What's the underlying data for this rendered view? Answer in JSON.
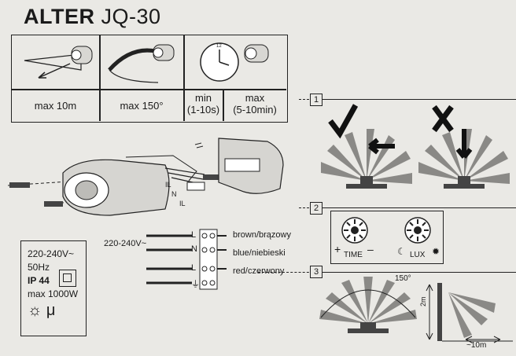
{
  "header": {
    "brand": "ALTER",
    "model": "JQ-30"
  },
  "spec_table": {
    "range": "max 10m",
    "angle": "max 150°",
    "time_min": "min\n(1-10s)",
    "time_max": "max\n(5-10min)"
  },
  "steps": [
    "1",
    "2",
    "3"
  ],
  "wiring": {
    "supply": "220-240V~",
    "terminals": [
      "L",
      "N",
      "L",
      "⏚"
    ],
    "colors": [
      "brown/brązowy",
      "blue/niebieski",
      "red/czerwony"
    ],
    "sensor_terminals": [
      "L",
      "N",
      "L"
    ]
  },
  "specs_box": {
    "voltage": "220-240V~",
    "frequency": "50Hz",
    "ip": "IP 44",
    "power": "max 1000W",
    "sun_icon": "sun-icon",
    "micro_symbol": "μ"
  },
  "adjust": {
    "time_label": "TIME",
    "lux_label": "LUX",
    "plus": "+",
    "minus": "–"
  },
  "install": {
    "angle": "150°",
    "height": "2m",
    "distance": "~10m"
  }
}
